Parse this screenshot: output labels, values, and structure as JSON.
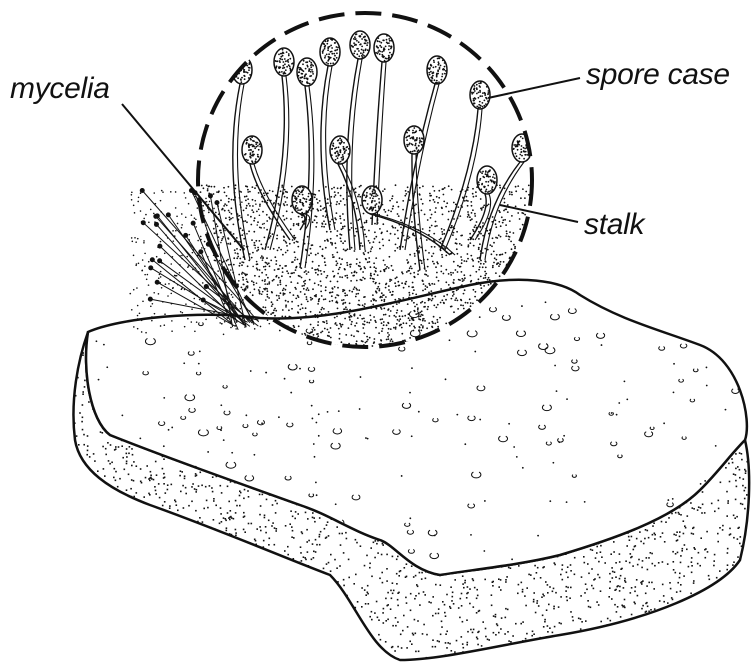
{
  "labels": {
    "mycelia": "mycelia",
    "spore_case": "spore case",
    "stalk": "stalk"
  },
  "colors": {
    "ink": "#111111",
    "paper": "#ffffff"
  }
}
